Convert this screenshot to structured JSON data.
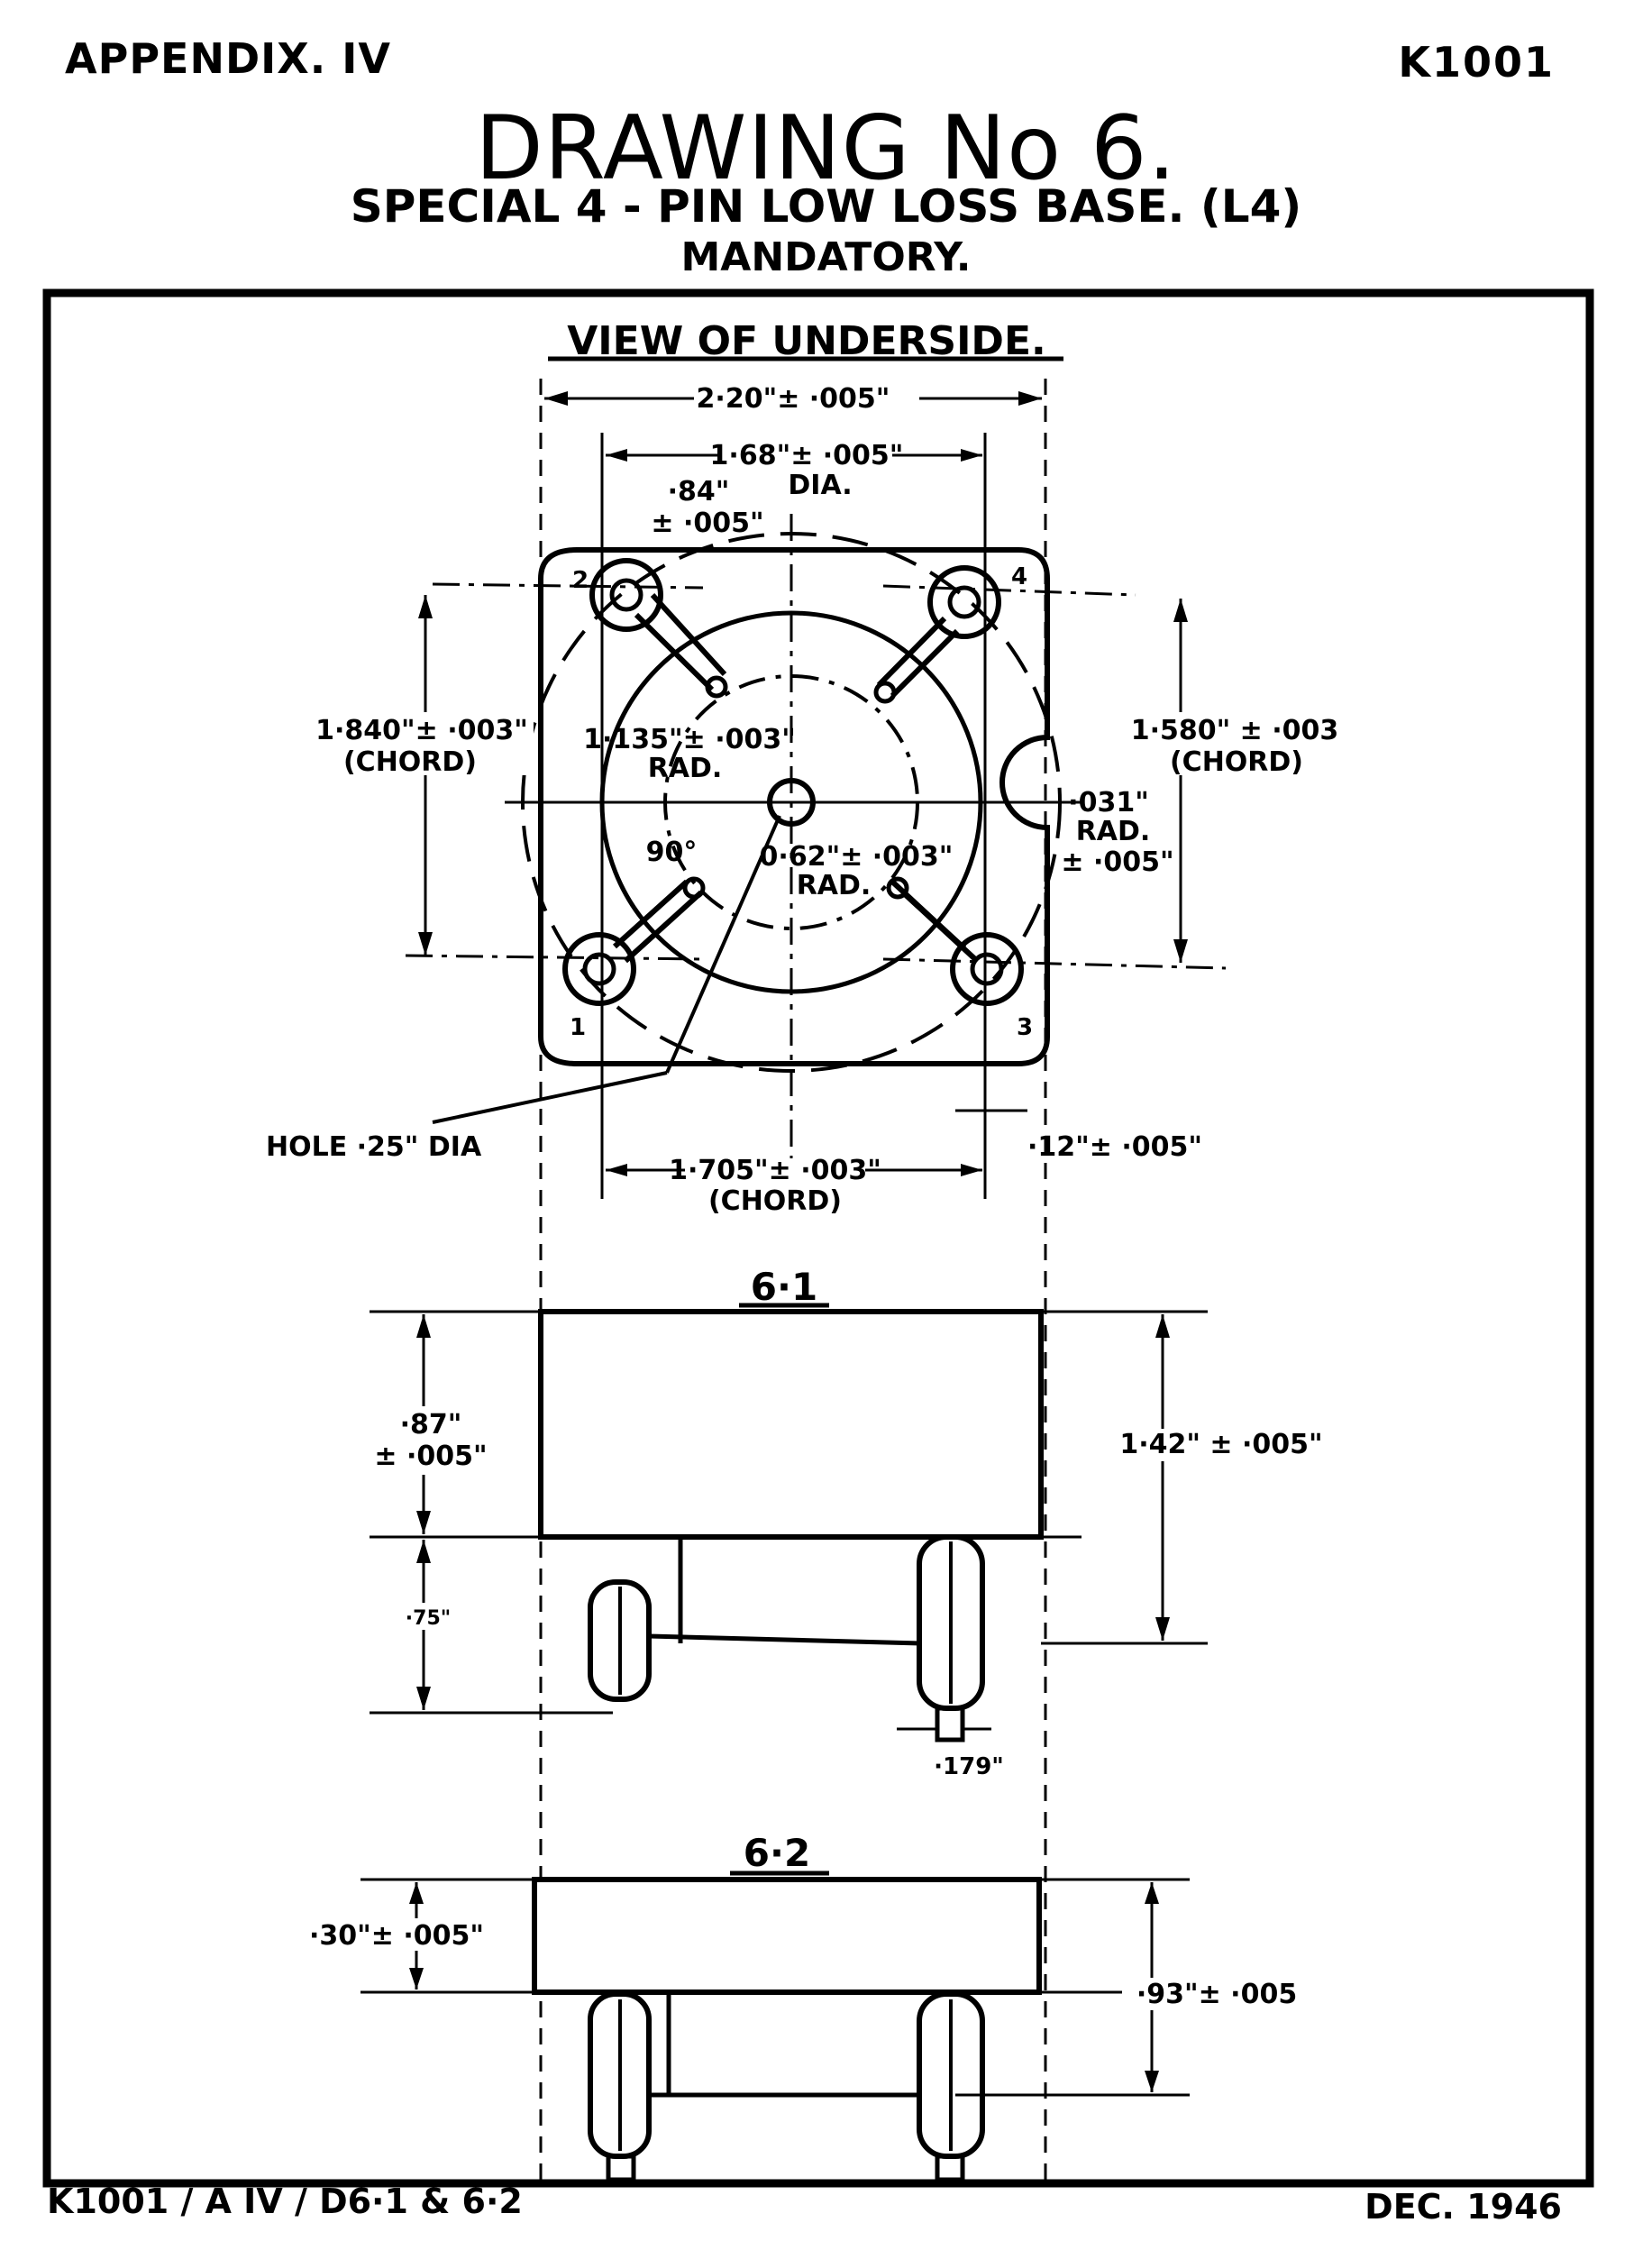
{
  "header": {
    "appendix": "APPENDIX. IV",
    "doc_number": "K1001",
    "title": "DRAWING No 6.",
    "subtitle": "SPECIAL 4 - PIN LOW LOSS BASE. (L4)",
    "status": "MANDATORY."
  },
  "underside_view": {
    "heading": "VIEW OF UNDERSIDE.",
    "overall_width": "2·20\"± ·005\"",
    "pin_circle_dia_line1": "1·68\"± ·005\"",
    "pin_circle_dia_line2": "DIA.",
    "pin_offset_line1": "·84\"",
    "pin_offset_line2": "± ·005\"",
    "left_chord_line1": "1·840\"± ·003\"",
    "left_chord_line2": "(CHORD)",
    "right_chord_line1": "1·580\" ± ·003",
    "right_chord_line2": "(CHORD)",
    "inner_rad_line1": "1·135\"± ·003\"",
    "inner_rad_line2": "RAD.",
    "notch_rad_line1": "·031\"",
    "notch_rad_line2": "RAD.",
    "notch_rad_line3": "± ·005\"",
    "angle": "90°",
    "small_rad_line1": "0·62\"± ·003\"",
    "small_rad_line2": "RAD.",
    "hole": "HOLE ·25\" DIA",
    "bottom_chord_line1": "1·705\"± ·003\"",
    "bottom_chord_line2": "(CHORD)",
    "edge_offset": "·12\"± ·005\"",
    "pin_labels": [
      "1",
      "2",
      "3",
      "4"
    ]
  },
  "view_61": {
    "label": "6·1",
    "height_line1": "·87\"",
    "height_line2": "± ·005\"",
    "lower_dim": "·75\"",
    "total_height": "1·42\" ± ·005\"",
    "pin_width": "·179\""
  },
  "view_62": {
    "label": "6·2",
    "height": "·30\"± ·005\"",
    "total_height": "·93\"± ·005"
  },
  "footer": {
    "ref": "K1001 / A IV / D6·1 & 6·2",
    "date": "DEC. 1946"
  }
}
